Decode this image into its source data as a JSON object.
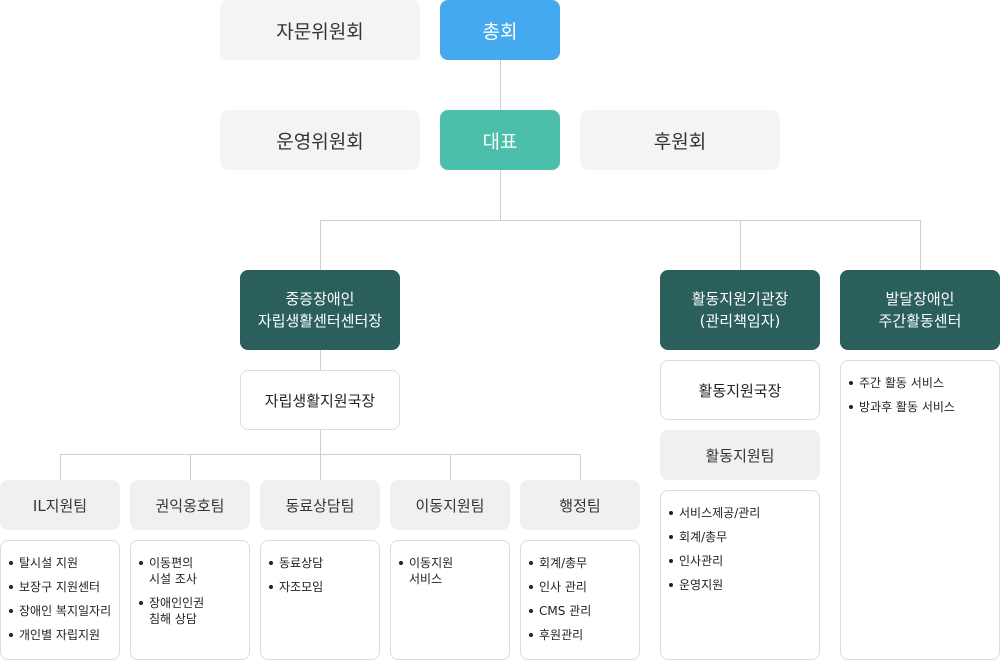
{
  "top": {
    "advisory": "자문위원회",
    "general_assembly": "총회",
    "operating_committee": "운영위원회",
    "representative": "대표",
    "support_association": "후원회"
  },
  "centers": {
    "il_center": {
      "line1": "중증장애인",
      "line2": "자립생활센터센터장"
    },
    "activity_agency": {
      "line1": "활동지원기관장",
      "line2": "(관리책임자)"
    },
    "developmental": {
      "line1": "발달장애인",
      "line2": "주간활동센터"
    }
  },
  "il_director": "자립생활지원국장",
  "activity_director": "활동지원국장",
  "activity_team": {
    "label": "활동지원팀",
    "items": [
      "서비스제공/관리",
      "회계/총무",
      "인사관리",
      "운영지원"
    ]
  },
  "developmental_items": [
    "주간 활동 서비스",
    "방과후 활동 서비스"
  ],
  "teams": [
    {
      "label": "IL지원팀",
      "items": [
        "탈시설 지원",
        "보장구 지원센터",
        "장애인 복지일자리",
        "개인별 자립지원"
      ]
    },
    {
      "label": "권익옹호팀",
      "items": [
        "이동편의\n시설 조사",
        "장애인인권\n침해 상담"
      ]
    },
    {
      "label": "동료상담팀",
      "items": [
        "동료상담",
        "자조모임"
      ]
    },
    {
      "label": "이동지원팀",
      "items": [
        "이동지원\n서비스"
      ]
    },
    {
      "label": "행정팀",
      "items": [
        "회계/총무",
        "인사 관리",
        "CMS 관리",
        "후원관리"
      ]
    }
  ],
  "colors": {
    "general_assembly": "#44a9ee",
    "representative": "#4cbfab",
    "center_header": "#2a5f5c",
    "neutral_box": "#f4f4f4",
    "connector": "#cfcfcf"
  }
}
